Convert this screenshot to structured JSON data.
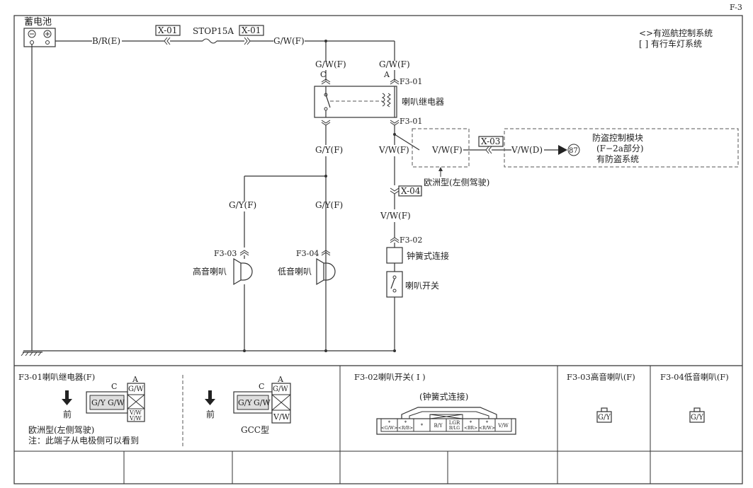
{
  "page_id": "F-3",
  "legend": {
    "cruise": "<>有巡航控制系统",
    "daylight": "[ ] 有行车灯系统"
  },
  "battery": {
    "label": "蓄电池",
    "minus": "−",
    "plus": "+"
  },
  "wires": {
    "br_e": "B/R(E)",
    "gw_f_main": "G/W(F)",
    "gw_f_c": "G/W(F)",
    "gw_f_a": "G/W(F)",
    "gy_f_1": "G/Y(F)",
    "vw_f_1": "V/W(F)",
    "vw_f_euro": "V/W(F)",
    "vw_d": "V/W(D)",
    "gy_f_2": "G/Y(F)",
    "gy_f_3": "G/Y(F)",
    "vw_f_2": "V/W(F)"
  },
  "connectors": {
    "x01a": "X-01",
    "x01b": "X-01",
    "x03": "X-03",
    "x04": "X-04",
    "f3_01_top": "F3-01",
    "f3_01_bot": "F3-01",
    "f3_02": "F3-02",
    "f3_03": "F3-03",
    "f3_04": "F3-04"
  },
  "fuse": "STOP15A",
  "terminals": {
    "c": "C",
    "a": "A"
  },
  "relay": "喇叭继电器",
  "euro_note": "欧洲型(左侧驾驶)",
  "antitheft": {
    "line1": "防盗控制模块",
    "line2": "(F−2a部分)",
    "line3": "有防盗系统",
    "pin": "87"
  },
  "spiral": "钟簧式连接",
  "horn_switch": "喇叭开关",
  "horn_high": "高音喇叭",
  "horn_low": "低音喇叭",
  "bottom": {
    "p1": {
      "title": "F3-01喇叭继电器(F)",
      "front_a": "前",
      "front_b": "前",
      "c_a": "C",
      "a_a": "A",
      "c_b": "C",
      "a_b": "A",
      "gy_a": "G/Y",
      "gw_a": "G/W",
      "gw_top_a": "G/W",
      "vw_a1": "V/W",
      "vw_a2": "V/W",
      "gy_b": "G/Y",
      "gw_b": "G/W",
      "gw_top_b": "G/W",
      "vw_b": "V/W",
      "euro": "欧洲型(左侧驾驶)",
      "note": "注：此端子从电极侧可以看到",
      "gcc": "GCC型"
    },
    "p2": {
      "title": "F3-02喇叭开关( I )",
      "sub": "(钟簧式连接)",
      "pins": [
        "*",
        "*",
        "*",
        "B/Y",
        "LGR",
        "*",
        "*",
        "V/W"
      ],
      "pins_sub": [
        "<G/W>",
        "<R/B>",
        "",
        "",
        "B/LG",
        "<BR>",
        "<R/W>",
        ""
      ]
    },
    "p3": {
      "title": "F3-03高音喇叭(F)",
      "pin": "G/Y"
    },
    "p4": {
      "title": "F3-04低音喇叭(F)",
      "pin": "G/Y"
    }
  }
}
